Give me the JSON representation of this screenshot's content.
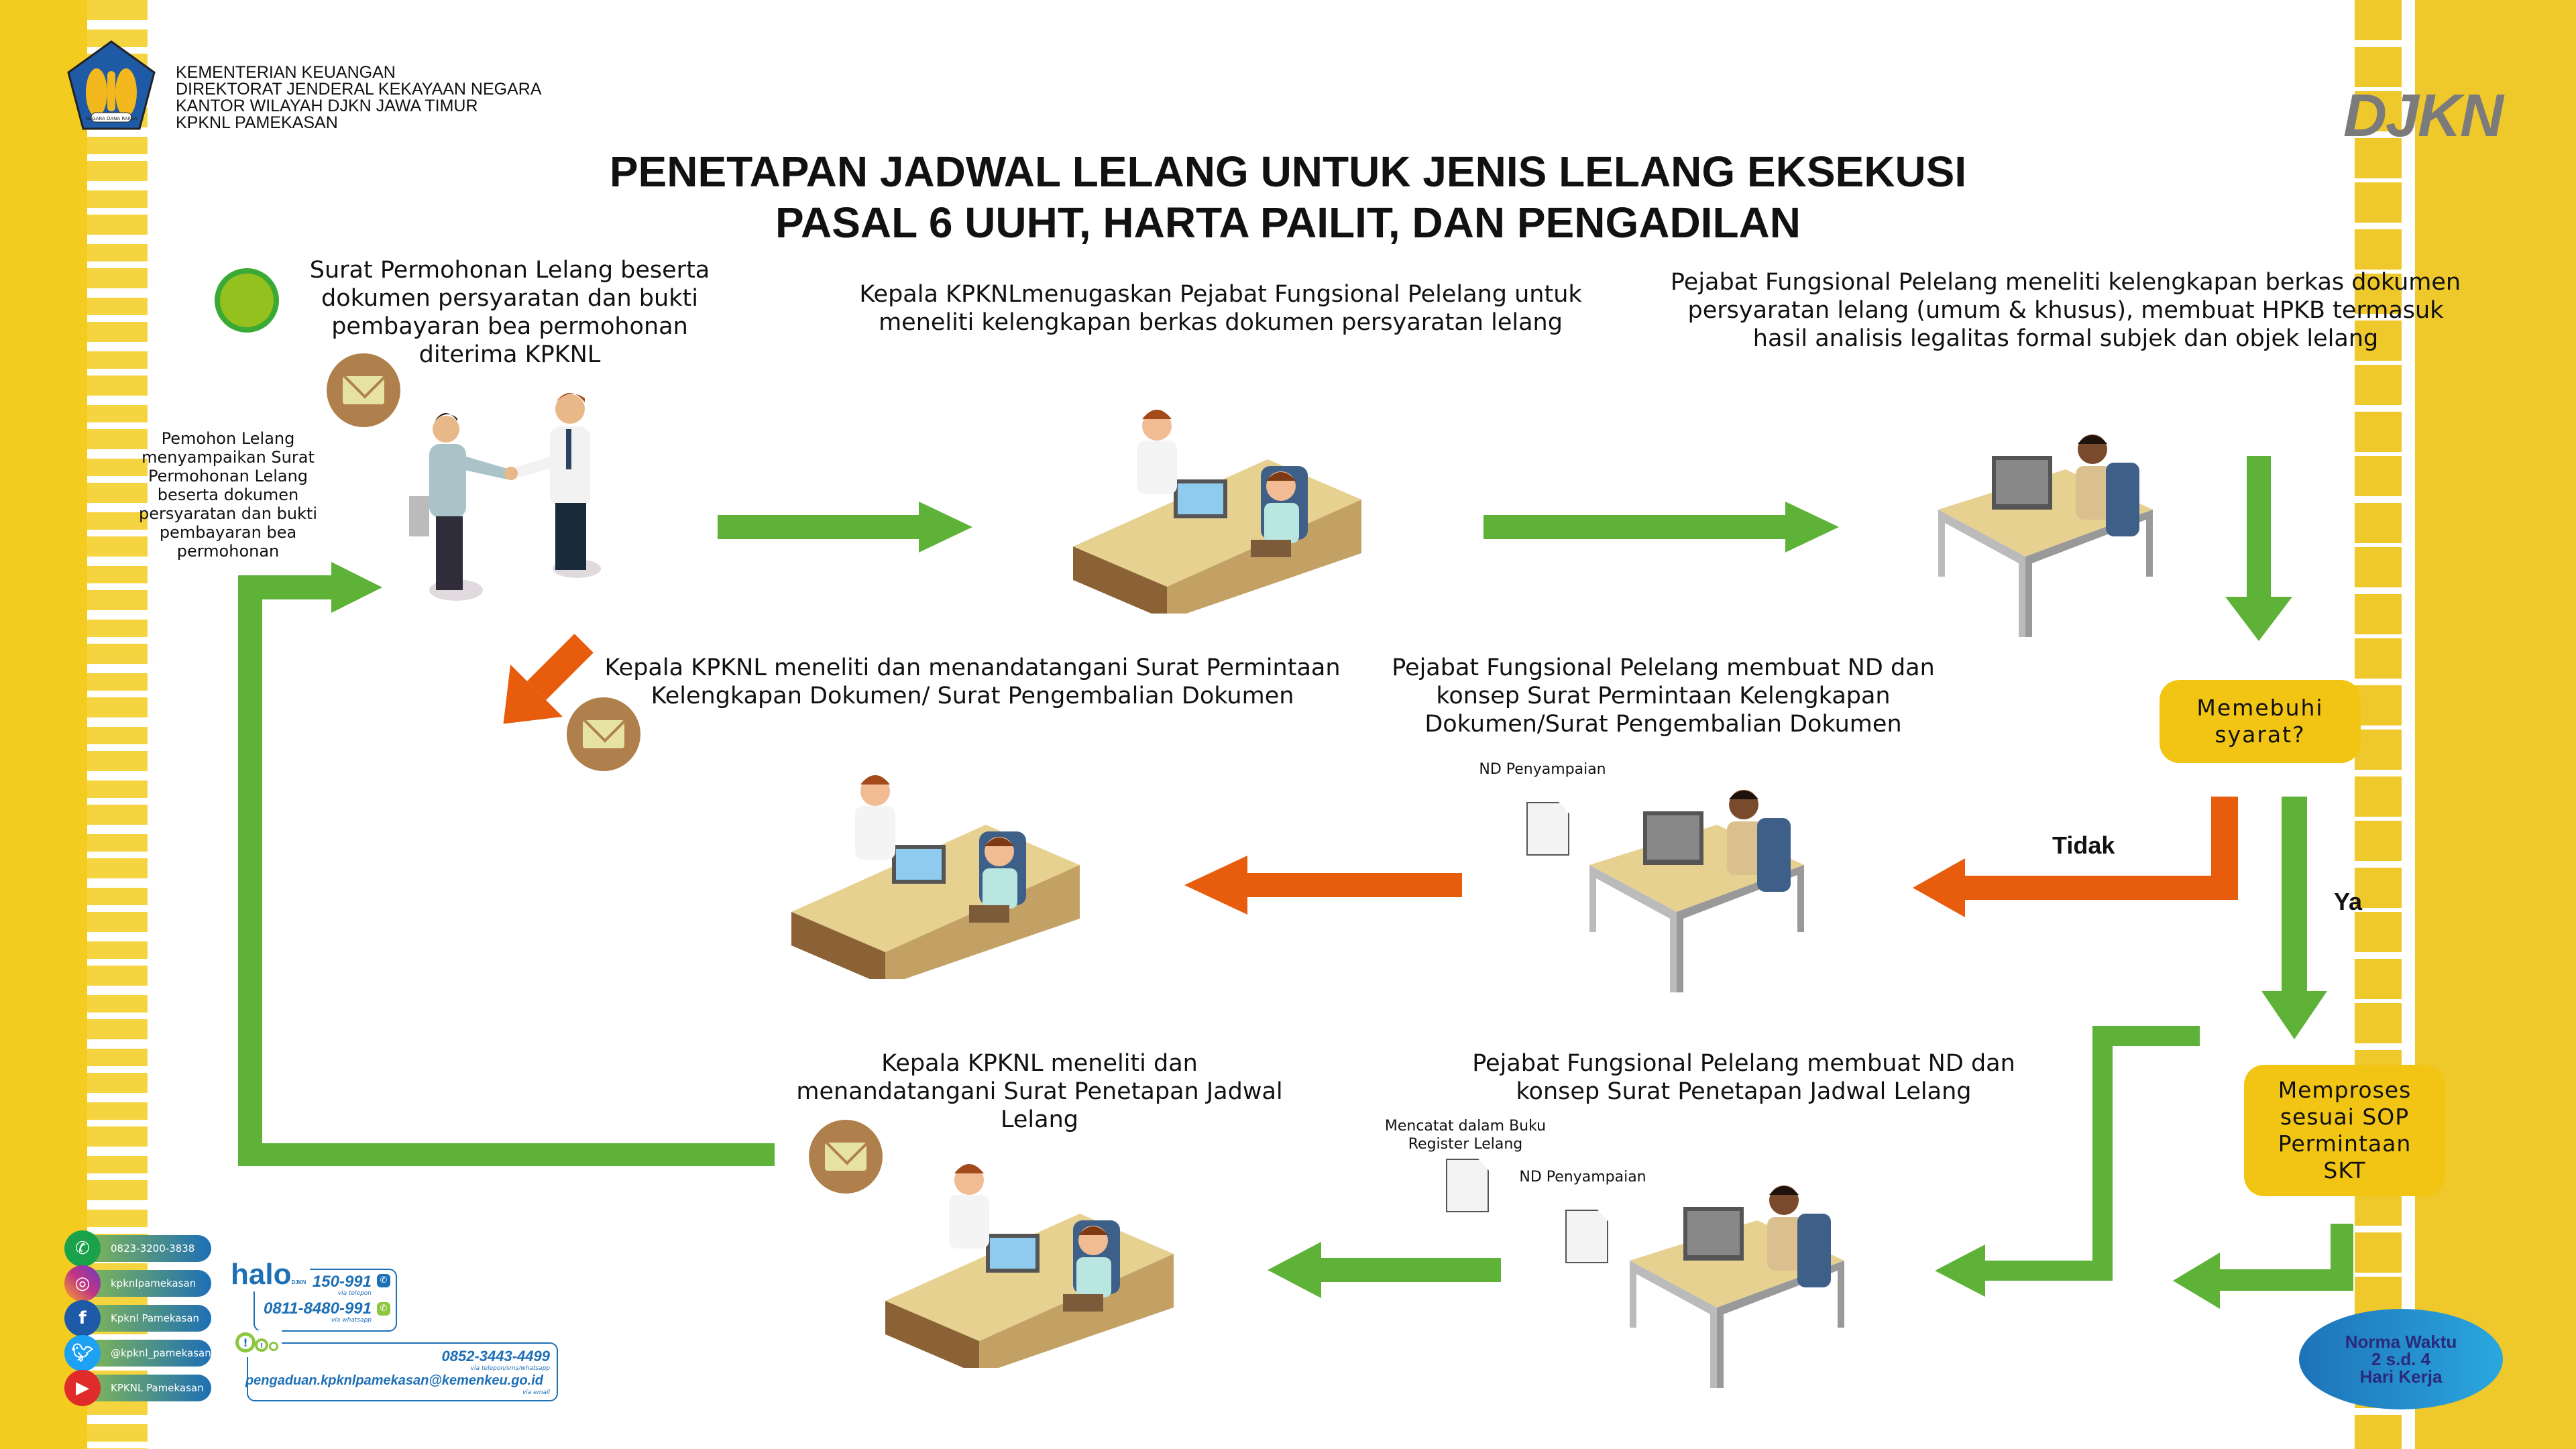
{
  "header": {
    "org_lines": [
      "KEMENTERIAN KEUANGAN",
      "DIREKTORAT JENDERAL KEKAYAAN NEGARA",
      "KANTOR WILAYAH DJKN JAWA TIMUR",
      "KPKNL PAMEKASAN"
    ],
    "logo_motto": "NAGARA DANA RAKSA",
    "brand": "DJKN"
  },
  "title": {
    "line1": "PENETAPAN JADWAL LELANG UNTUK JENIS LELANG EKSEKUSI",
    "line2": "PASAL 6 UUHT, HARTA PAILIT, DAN PENGADILAN"
  },
  "steps": {
    "start": "Surat Permohonan Lelang beserta dokumen persyaratan dan bukti pembayaran bea permohonan diterima KPKNL",
    "start_caption": "Pemohon Lelang menyampaikan Surat Permohonan Lelang beserta dokumen persyaratan dan bukti pembayaran bea permohonan",
    "step2": "Kepala KPKNLmenugaskan Pejabat Fungsional Pelelang untuk meneliti kelengkapan berkas dokumen persyaratan lelang",
    "step3": "Pejabat Fungsional Pelelang meneliti kelengkapan berkas dokumen persyaratan lelang (umum & khusus), membuat HPKB termasuk hasil analisis legalitas formal subjek dan objek lelang",
    "step_no_fp": "Pejabat Fungsional Pelelang membuat ND dan konsep Surat Permintaan Kelengkapan Dokumen/Surat Pengembalian Dokumen",
    "step_no_head": "Kepala KPKNL meneliti dan menandatangani Surat Permintaan Kelengkapan Dokumen/ Surat Pengembalian Dokumen",
    "step_yes_fp": "Pejabat Fungsional Pelelang membuat ND dan konsep Surat Penetapan Jadwal Lelang",
    "step_yes_head": "Kepala KPKNL meneliti dan menandatangani Surat Penetapan Jadwal Lelang"
  },
  "docs": {
    "nd_penyampaian_1": "ND Penyampaian",
    "buku_register": "Mencatat dalam Buku Register Lelang",
    "nd_penyampaian_2": "ND Penyampaian"
  },
  "decision": {
    "question": "Memebuhi syarat?",
    "no_label": "Tidak",
    "yes_label": "Ya",
    "alt_process": "Memproses sesuai SOP Permintaan SKT"
  },
  "norma_waktu": {
    "line1": "Norma Waktu",
    "line2": "2 s.d. 4",
    "line3": "Hari Kerja"
  },
  "contacts": {
    "social": [
      {
        "icon": "whatsapp-icon",
        "label": "0823-3200-3838",
        "color": "#1aa24b"
      },
      {
        "icon": "instagram-icon",
        "label": "kpknlpamekasan",
        "color": "#c13584"
      },
      {
        "icon": "facebook-icon",
        "label": "Kpknl Pamekasan",
        "color": "#1d5aa8"
      },
      {
        "icon": "twitter-icon",
        "label": "@kpknl_pamekasan",
        "color": "#1da1f2"
      },
      {
        "icon": "youtube-icon",
        "label": "KPKNL Pamekasan",
        "color": "#e02b2b"
      }
    ],
    "halo": {
      "logo": "halo",
      "sub": "DJKN",
      "phone": "150-991",
      "phone_via": "via telepon",
      "wa": "0811-8480-991",
      "wa_via": "via whatsapp"
    },
    "pengaduan": {
      "phone": "0852-3443-4499",
      "phone_via": "via telepon/sms/whatsapp",
      "email": "pengaduan.kpknlpamekasan@kemenkeu.go.id",
      "email_via": "via email"
    }
  },
  "colors": {
    "green": "#5eb238",
    "orange": "#e85c0d",
    "yellow": "#f2c514",
    "brand_blue": "#1d6fb6"
  }
}
